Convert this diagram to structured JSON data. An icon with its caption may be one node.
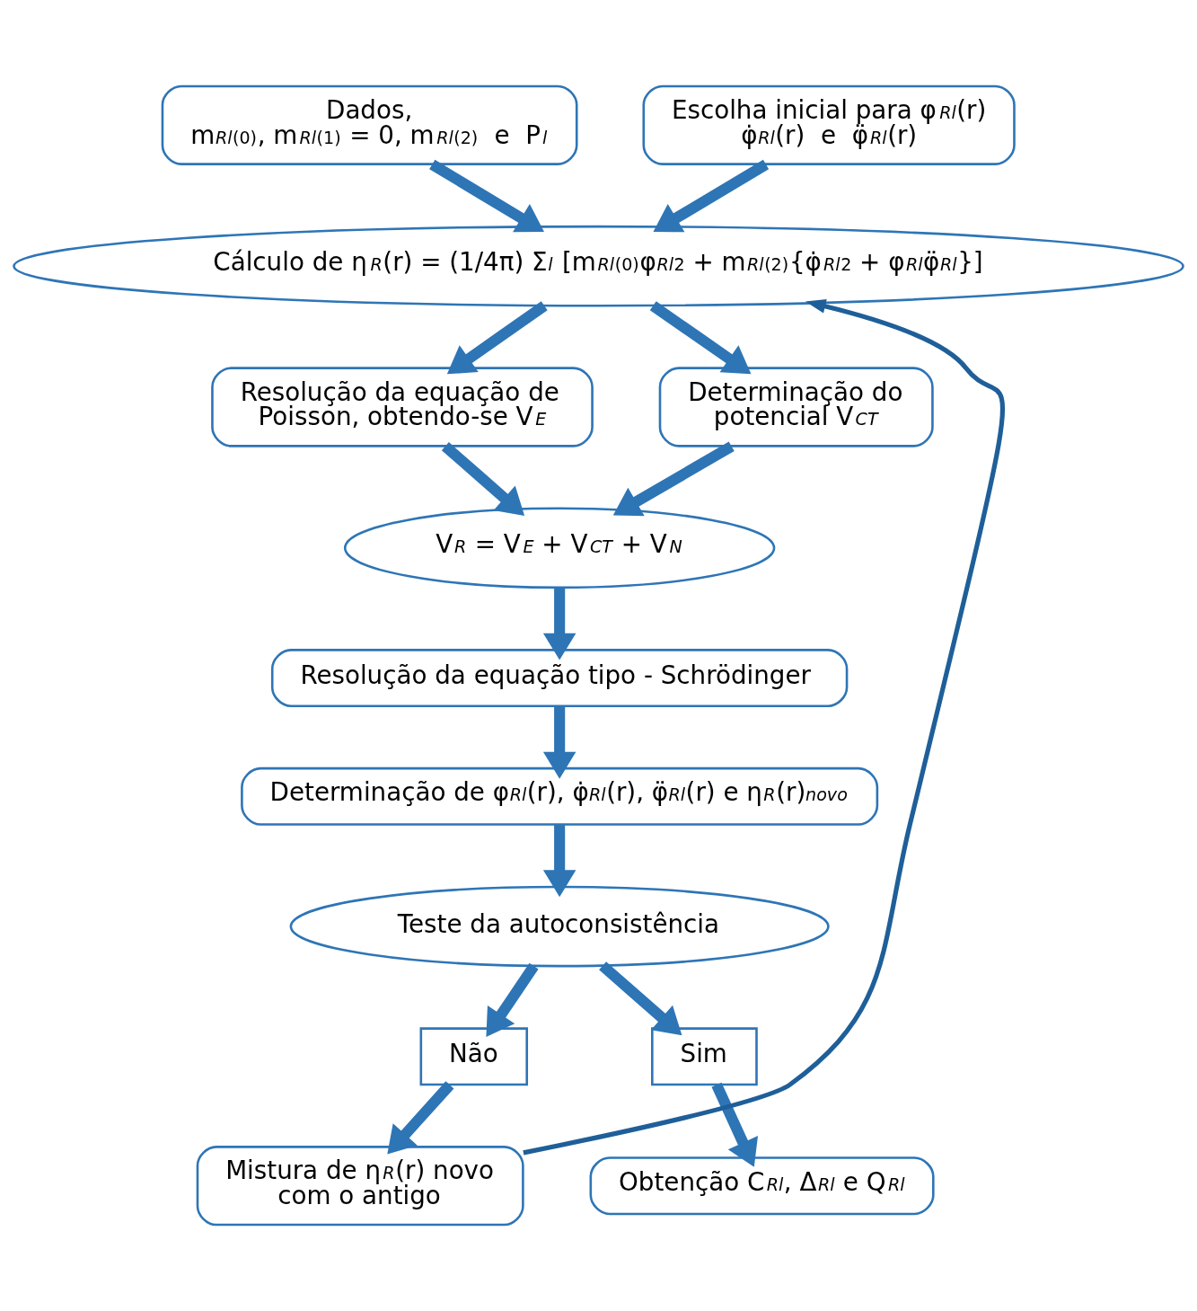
{
  "diagram": {
    "nodes": [
      {
        "text": [
          "Dados,",
          "m$_{Rl}$$^{(0)}$, m$_{Rl}$$^{(1)}$ = 0, m$_{Rl}$$^{(2)}$  e  P$_{l}$"
        ]
      },
      {
        "text": [
          "Escolha inicial para φ$_{Rl}$(r) φ̇$_{Rl}$(r)  e  φ̈$_{Rl}$(r)"
        ]
      },
      {
        "text": [
          "Cálculo de η$_{R}$(r) = (1/4π) Σ$_{l}$ [m$_{Rl}$$^{(0)}$φ$_{Rl}$$^{2}$ + m$_{Rl}$$^{(2)}${φ̇$_{Rl}$$^{2}$ + φ$_{Rl}$φ̈$_{Rl}$}]"
        ]
      },
      {
        "text": [
          "Resolução da equação de Poisson, obtendo-se V$_{E}$"
        ]
      },
      {
        "text": [
          "Determinação do potencial V$_{CT}$"
        ]
      },
      {
        "text": [
          "V$_{R}$ = V$_{E}$ + V$_{CT}$ + V$_{N}$"
        ]
      },
      {
        "text": [
          "Resolução da equação tipo - Schrödinger"
        ]
      },
      {
        "text": [
          "Determinação de φ$_{Rl}$(r), φ̇$_{Rl}$(r), φ̈$_{Rl}$(r) e η$_{R}$(r)$_{novo}$"
        ]
      },
      {
        "text": [
          "Teste da autoconsistência"
        ]
      },
      {
        "text": [
          "Não"
        ]
      },
      {
        "text": [
          "Sim"
        ]
      },
      {
        "text": [
          "Mistura de η$_{R}$(r) novo com o antigo"
        ]
      },
      {
        "text": [
          "Obtenção C$_{Rl}$, Δ$_{Rl}$ e Q$_{Rl}$"
        ]
      }
    ],
    "edges": [
      {
        "from": 0,
        "to": 2,
        "arrow": "to"
      },
      {
        "from": 1,
        "to": 2,
        "arrow": "to"
      },
      {
        "from": 2,
        "to": 3,
        "arrow": "to"
      },
      {
        "from": 2,
        "to": 4,
        "arrow": "to"
      },
      {
        "from": 3,
        "to": 5,
        "arrow": "to"
      },
      {
        "from": 4,
        "to": 5,
        "arrow": "to"
      },
      {
        "from": 5,
        "to": 6,
        "arrow": "to"
      },
      {
        "from": 6,
        "to": 7,
        "arrow": "to"
      },
      {
        "from": 7,
        "to": 8,
        "arrow": "to"
      },
      {
        "from": 8,
        "to": 9,
        "arrow": "to"
      },
      {
        "from": 8,
        "to": 10,
        "arrow": "to"
      },
      {
        "from": 9,
        "to": 11,
        "arrow": "to"
      },
      {
        "from": 10,
        "to": 12,
        "arrow": "to"
      },
      {
        "from": 11,
        "to": 2,
        "arrow": "to",
        "color": "#1f5f99"
      }
    ]
  }
}
